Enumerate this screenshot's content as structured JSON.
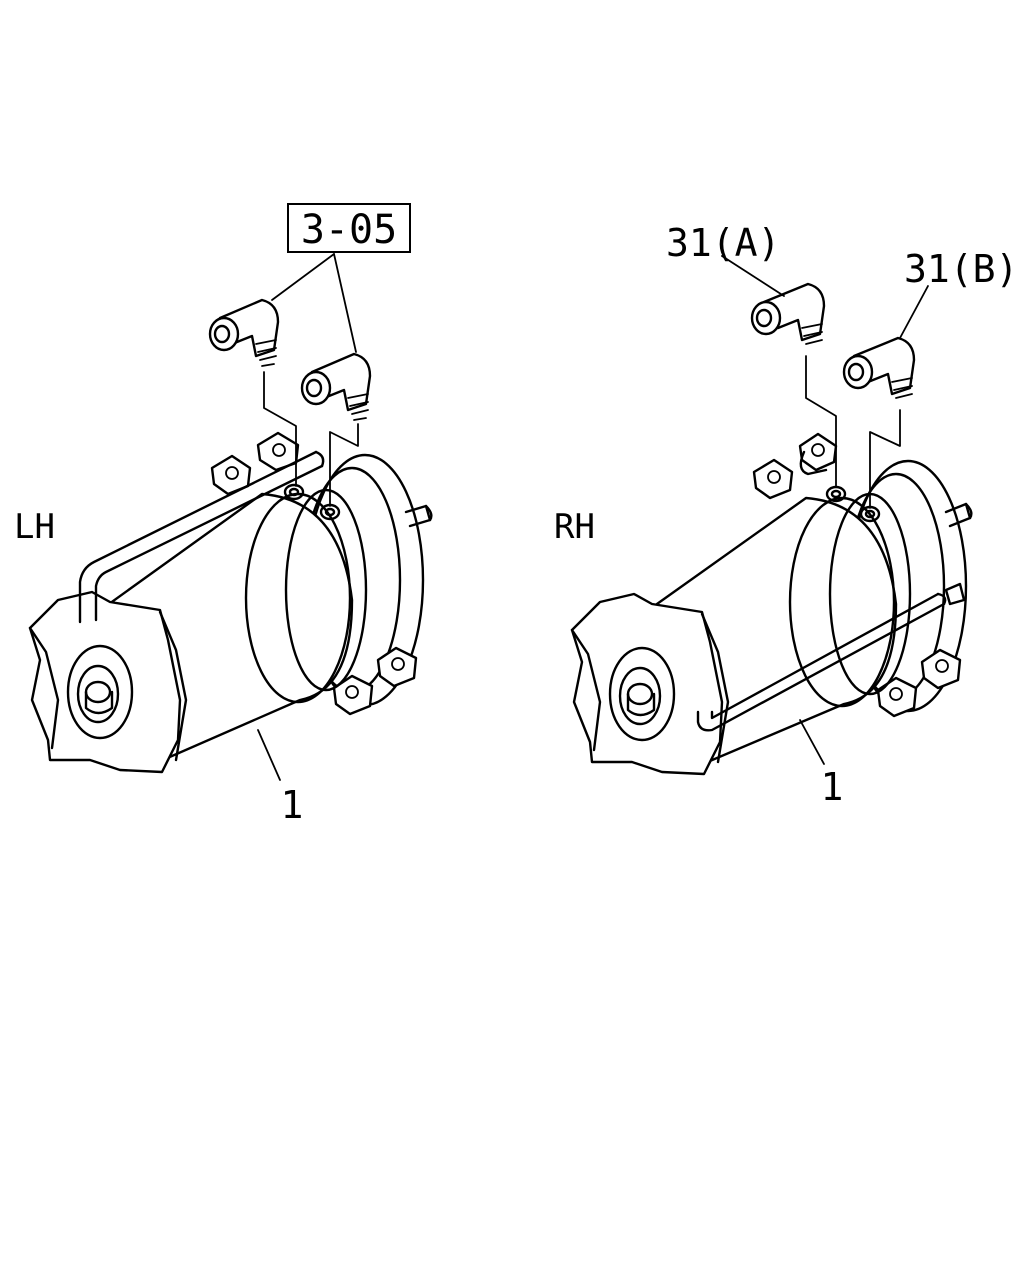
{
  "labels": {
    "left_side": "LH",
    "right_side": "RH",
    "ref_box": "3-05",
    "part_left": "1",
    "part_right": "1",
    "fitting_a": "31(A)",
    "fitting_b": "31(B)"
  }
}
